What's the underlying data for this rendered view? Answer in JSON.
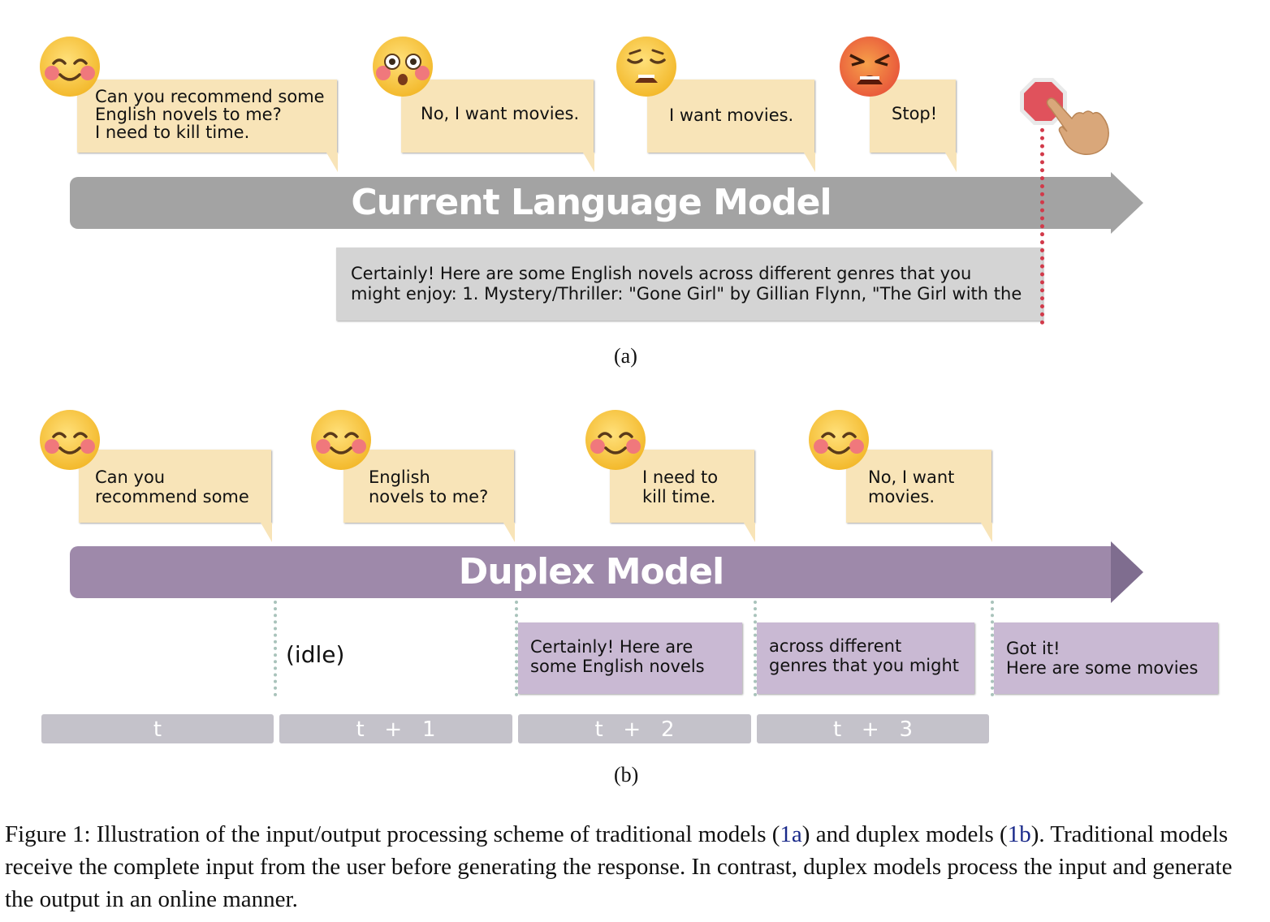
{
  "panel_a": {
    "bubbles": [
      {
        "emoji": "smiling-blush-emoji",
        "text": "Can you recommend some\nEnglish novels to me?\nI need to kill time."
      },
      {
        "emoji": "surprised-emoji",
        "text": "No, I want movies."
      },
      {
        "emoji": "weary-emoji",
        "text": "I want movies."
      },
      {
        "emoji": "angry-emoji",
        "text": "Stop!"
      }
    ],
    "bar_title": "Current Language Model",
    "response": "Certainly! Here are some English novels across different genres that you\nmight enjoy: 1. Mystery/Thriller: \"Gone Girl\" by Gillian Flynn, \"The Girl with the",
    "stop_icon": "stop-sign-hand-icon",
    "label": "(a)"
  },
  "panel_b": {
    "bubbles": [
      {
        "emoji": "smiling-blush-emoji",
        "text": "Can you\nrecommend some"
      },
      {
        "emoji": "smiling-blush-emoji",
        "text": "English\nnovels to me?"
      },
      {
        "emoji": "smiling-blush-emoji",
        "text": "I need to\nkill time."
      },
      {
        "emoji": "smiling-blush-emoji",
        "text": "No, I want\nmovies."
      }
    ],
    "bar_title": "Duplex Model",
    "idle": "(idle)",
    "responses": [
      "Certainly! Here are\nsome English novels",
      "across different\ngenres that you might",
      "Got it!\nHere are some movies"
    ],
    "slots": [
      "t",
      "t   +   1",
      "t   +   2",
      "t   +   3"
    ],
    "label": "(b)"
  },
  "caption": {
    "prefix": "Figure 1: Illustration of the input/output processing scheme of traditional models (",
    "ref_a": "1a",
    "middle": ") and duplex models (",
    "ref_b": "1b",
    "suffix": "). Traditional models receive the complete input from the user before generating the response. In contrast, duplex models process the input and generate the output in an online manner."
  },
  "colors": {
    "bubble": "#f8e4b8",
    "bar_a": "#a3a3a3",
    "bar_b": "#9e89aa",
    "response_a": "#d4d4d4",
    "response_b": "#c9b9d3",
    "slot": "#c4c2ca",
    "stop_line": "#d23a4a"
  }
}
